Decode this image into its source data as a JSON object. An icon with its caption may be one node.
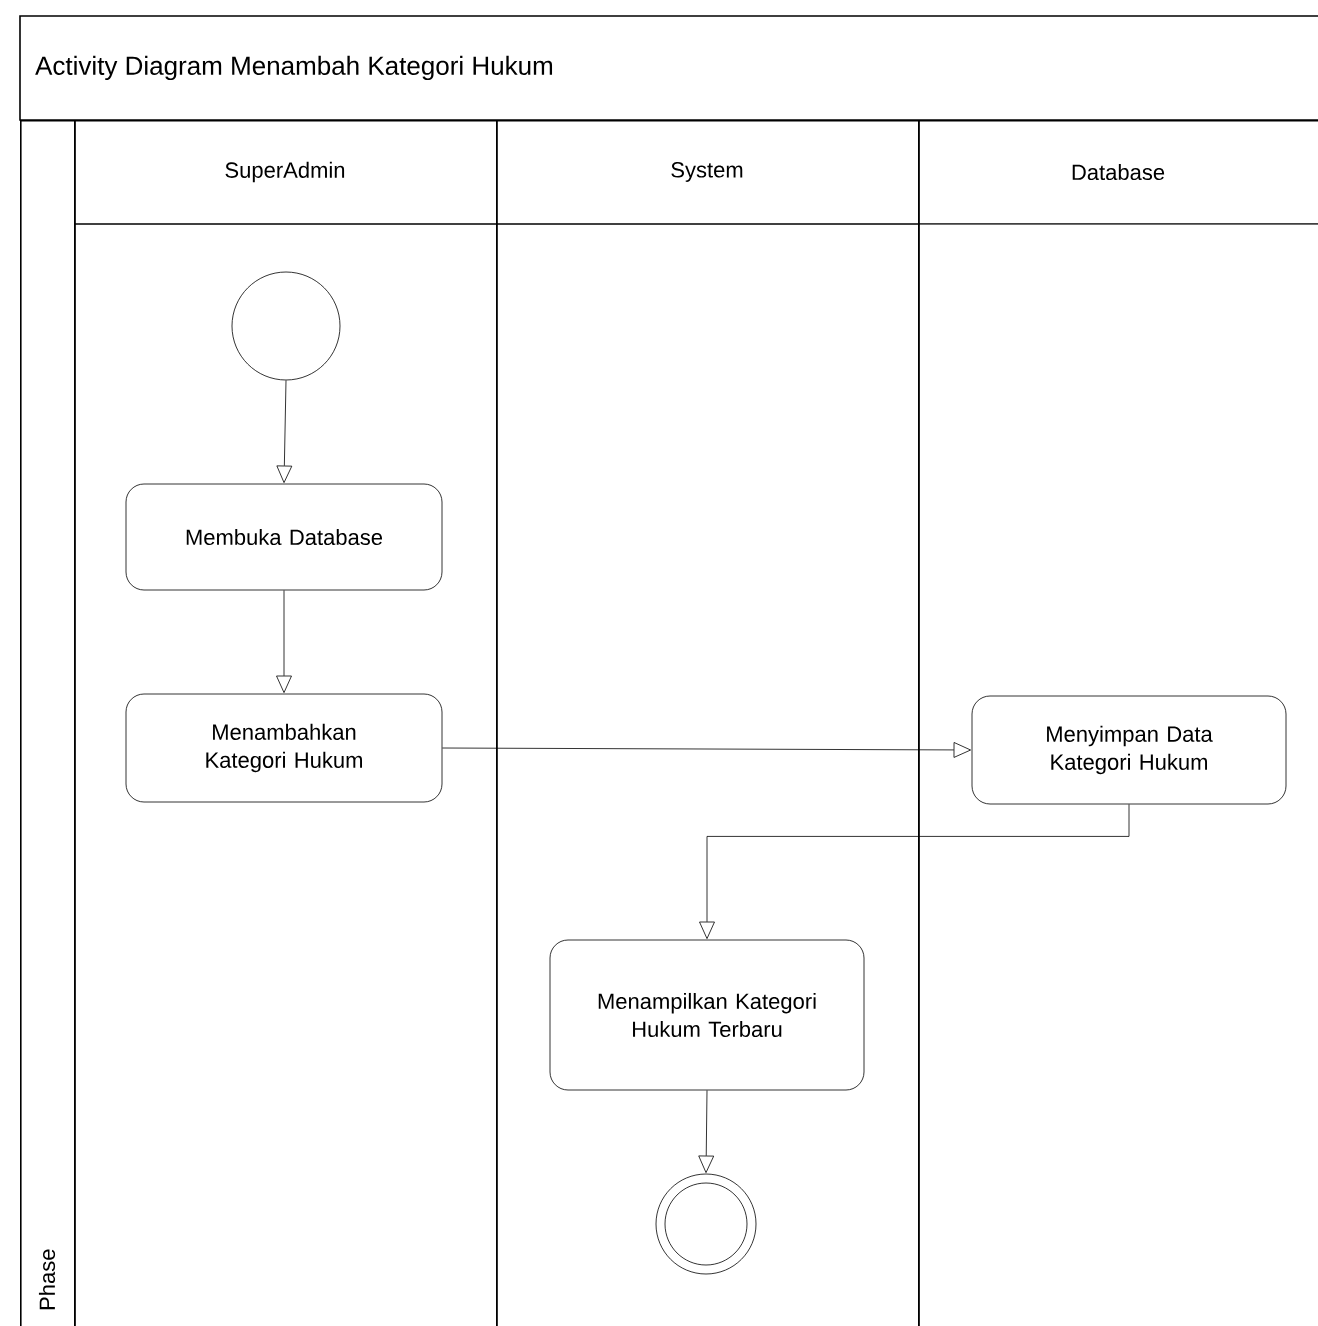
{
  "diagram": {
    "title": "Activity Diagram Menambah Kategori Hukum",
    "nodes": [
      {
        "text": [
          "Phase"
        ]
      },
      {
        "text": [
          "SuperAdmin"
        ]
      },
      {
        "text": [
          "System"
        ]
      },
      {
        "text": [
          "Database"
        ]
      },
      {
        "text": [],
        "shape": "circle",
        "in": 1
      },
      {
        "text": [
          "Membuka Database"
        ],
        "in": 1
      },
      {
        "text": [
          "Menambahkan Kategori Hukum"
        ],
        "in": 1
      },
      {
        "text": [
          "Menyimpan Data Kategori Hukum"
        ],
        "in": 3
      },
      {
        "text": [
          "Menampilkan Kategori Hukum Terbaru"
        ],
        "in": 2
      },
      {
        "text": [],
        "shape": "double-circle",
        "in": 2
      }
    ],
    "edges": [
      {
        "from": 4,
        "to": 5,
        "arrow": "to"
      },
      {
        "from": 5,
        "to": 6,
        "arrow": "to"
      },
      {
        "from": 6,
        "to": 7,
        "arrow": "to"
      },
      {
        "from": 7,
        "to": 8,
        "arrow": "to"
      },
      {
        "from": 8,
        "to": 9,
        "arrow": "to"
      }
    ]
  }
}
